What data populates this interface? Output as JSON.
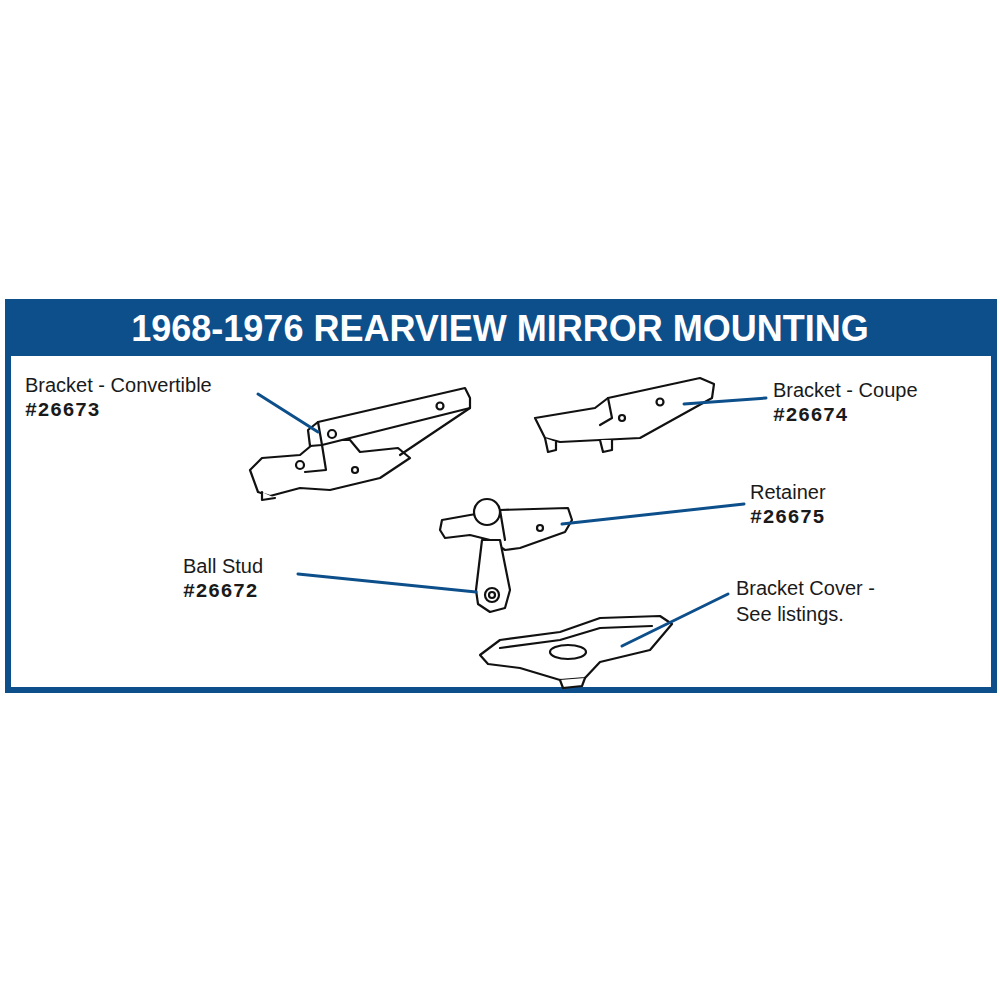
{
  "diagram": {
    "title": "1968-1976 REARVIEW MIRROR MOUNTING",
    "labels": [
      "Bracket - Convertible",
      "#26673",
      "Bracket - Coupe",
      "#26674",
      "Retainer",
      "#26675",
      "Ball Stud",
      "#26672",
      "Bracket Cover - See listings."
    ]
  }
}
